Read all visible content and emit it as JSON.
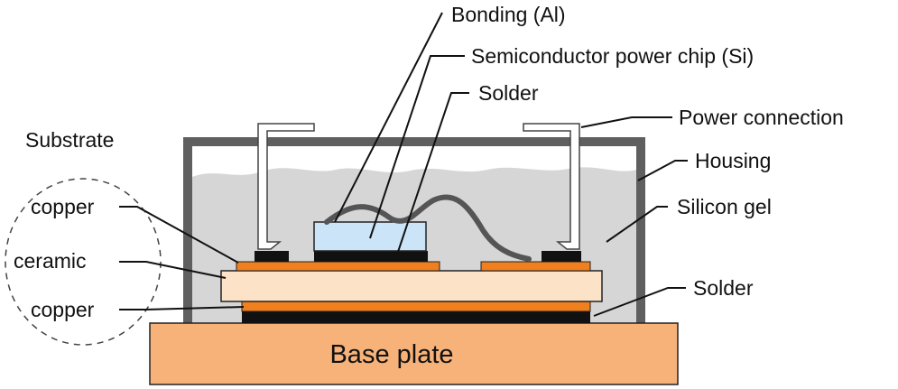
{
  "labels": {
    "bonding": "Bonding (Al)",
    "chip": "Semiconductor power chip (Si)",
    "solder_top": "Solder",
    "power_connection": "Power connection",
    "housing": "Housing",
    "silicon_gel": "Silicon gel",
    "solder_bottom": "Solder",
    "substrate": "Substrate",
    "copper_top": "copper",
    "ceramic": "ceramic",
    "copper_bottom": "copper",
    "base_plate": "Base plate"
  },
  "colors": {
    "base_plate": "#f7b27a",
    "copper": "#f07f1e",
    "ceramic": "#fce3c8",
    "solder": "#111111",
    "chip": "#cce4f7",
    "housing": "#5f5f5f",
    "gel": "#d6d6d6",
    "terminal": "#ffffff",
    "wire": "#555555"
  }
}
